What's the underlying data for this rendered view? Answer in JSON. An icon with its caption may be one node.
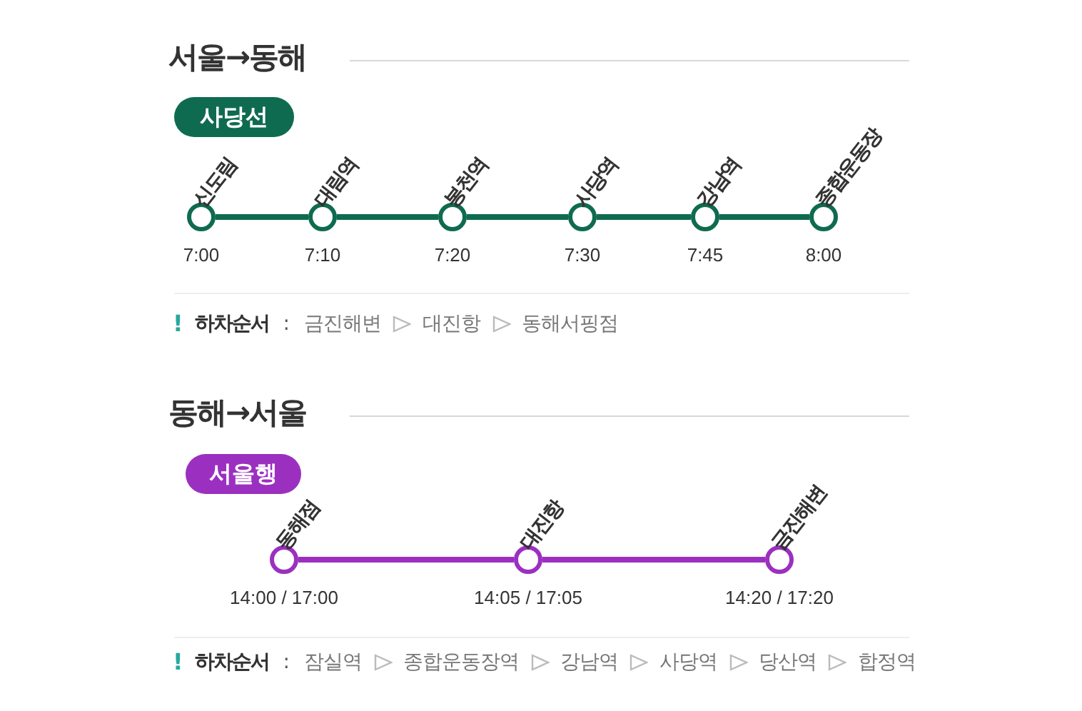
{
  "diagram": {
    "nodes": [
      {
        "text": [
          "사당선"
        ]
      },
      {
        "text": [
          "신도림"
        ],
        "beside": [
          "7:00"
        ]
      },
      {
        "text": [
          "대림역"
        ],
        "beside": [
          "7:10"
        ]
      },
      {
        "text": [
          "봉천역"
        ],
        "beside": [
          "7:20"
        ]
      },
      {
        "text": [
          "사당역"
        ],
        "beside": [
          "7:30"
        ]
      },
      {
        "text": [
          "강남역"
        ],
        "beside": [
          "7:45"
        ]
      },
      {
        "text": [
          "종합운동장"
        ],
        "beside": [
          "8:00"
        ]
      },
      {
        "text": [
          "서울행"
        ]
      },
      {
        "text": [
          "동해점"
        ],
        "beside": [
          "14:00 / 17:00"
        ]
      },
      {
        "text": [
          "대진항"
        ],
        "beside": [
          "14:05 / 17:05"
        ]
      },
      {
        "text": [
          "금진해변"
        ],
        "beside": [
          "14:20 / 17:20"
        ]
      }
    ],
    "edges": [
      {
        "from": 1,
        "to": 2,
        "arrow": "none"
      },
      {
        "from": 2,
        "to": 3,
        "arrow": "none"
      },
      {
        "from": 3,
        "to": 4,
        "arrow": "none"
      },
      {
        "from": 4,
        "to": 5,
        "arrow": "none"
      },
      {
        "from": 5,
        "to": 6,
        "arrow": "none"
      },
      {
        "from": 8,
        "to": 9,
        "arrow": "none",
        "color": "#9b30c0"
      },
      {
        "from": 9,
        "to": 10,
        "arrow": "none",
        "color": "#9b30c0"
      }
    ],
    "labels": [
      "서울→동해",
      "!",
      "하차순서",
      ":",
      "금진해변",
      "대진항",
      "동해서핑점",
      "동해→서울",
      "!",
      "하차순서",
      ":",
      "잠실역",
      "종합운동장역",
      "강남역",
      "사당역",
      "당산역",
      "합정역"
    ]
  }
}
